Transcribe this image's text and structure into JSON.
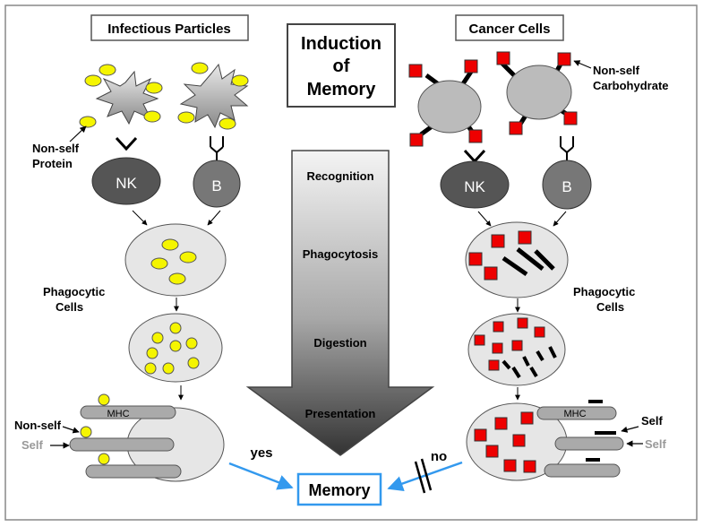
{
  "title_box": {
    "line1": "Induction",
    "line2": "of",
    "line3": "Memory"
  },
  "left": {
    "header": "Infectious Particles",
    "nonself_protein": {
      "line1": "Non-self",
      "line2": "Protein"
    },
    "nk": "NK",
    "b": "B",
    "phagocytic": {
      "line1": "Phagocytic",
      "line2": "Cells"
    },
    "mhc": "MHC",
    "nonself": "Non-self",
    "self": "Self"
  },
  "right": {
    "header": "Cancer Cells",
    "nonself_carb": {
      "line1": "Non-self",
      "line2": "Carbohydrate"
    },
    "nk": "NK",
    "b": "B",
    "phagocytic": {
      "line1": "Phagocytic",
      "line2": "Cells"
    },
    "mhc": "MHC",
    "self_black": "Self",
    "self_gray": "Self"
  },
  "arrow_steps": [
    "Recognition",
    "Phagocytosis",
    "Digestion",
    "Presentation"
  ],
  "yes": "yes",
  "no": "no",
  "memory": "Memory",
  "colors": {
    "yellow": "#f5f500",
    "red": "#ee0000",
    "blue": "#3399ee",
    "cell_fill": "#e6e6e6",
    "nk_fill": "#555555",
    "b_fill": "#777777",
    "self_gray": "#999999"
  }
}
